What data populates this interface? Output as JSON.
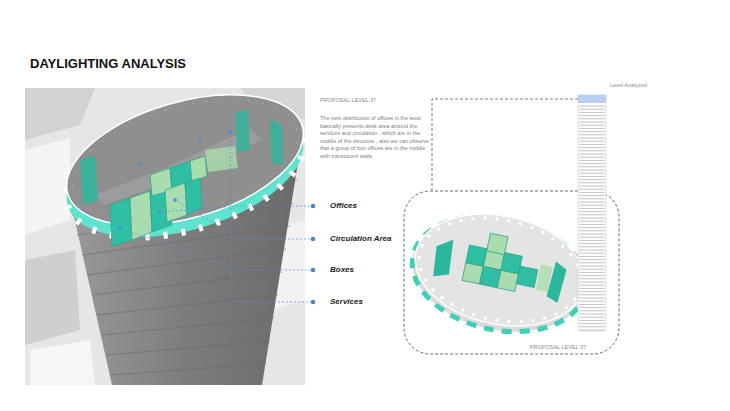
{
  "diagram": {
    "title": "DAYLIGHTING ANALYSIS",
    "nodes": [
      {
        "text": [
          "PROPOSAL LEVEL 37"
        ]
      },
      {
        "text": [
          "Level Analyzed"
        ]
      }
    ],
    "edges": [
      {
        "from": 1,
        "to": 0,
        "arrow": "none"
      }
    ],
    "labels": [
      "PROPOSAL LEVEL 37",
      "The next distribution of offices in the level basically presents desk area around the services and circulation , which are in the middle of the structure , also we can observe that a group of box offices are in the middle with translucent walls",
      "Offices",
      "Circulation Area",
      "Boxes",
      "Services"
    ]
  }
}
